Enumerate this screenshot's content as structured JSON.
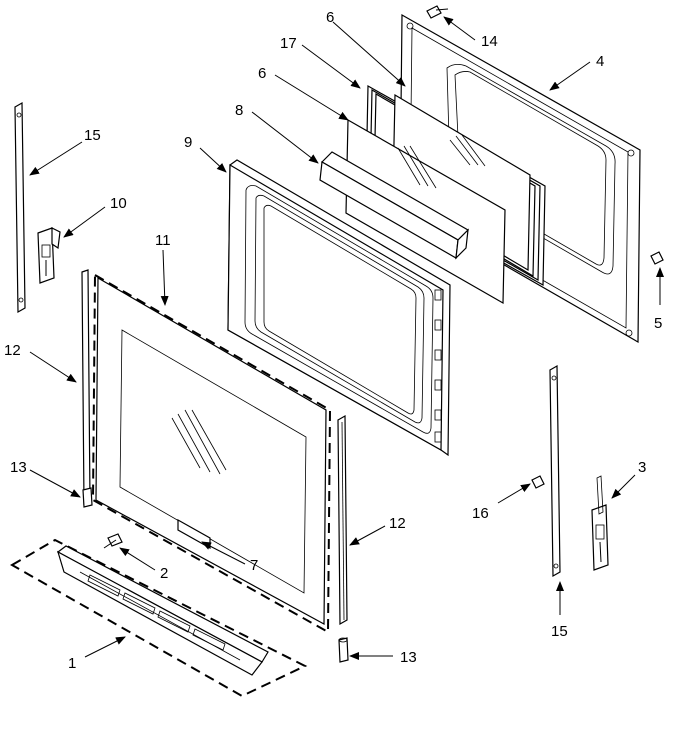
{
  "callouts": [
    {
      "id": "c1",
      "label": "1"
    },
    {
      "id": "c2",
      "label": "2"
    },
    {
      "id": "c3",
      "label": "3"
    },
    {
      "id": "c4",
      "label": "4"
    },
    {
      "id": "c5",
      "label": "5"
    },
    {
      "id": "c6a",
      "label": "6"
    },
    {
      "id": "c6b",
      "label": "6"
    },
    {
      "id": "c7",
      "label": "7"
    },
    {
      "id": "c8",
      "label": "8"
    },
    {
      "id": "c9",
      "label": "9"
    },
    {
      "id": "c10",
      "label": "10"
    },
    {
      "id": "c11",
      "label": "11"
    },
    {
      "id": "c12a",
      "label": "12"
    },
    {
      "id": "c12b",
      "label": "12"
    },
    {
      "id": "c13a",
      "label": "13"
    },
    {
      "id": "c13b",
      "label": "13"
    },
    {
      "id": "c14",
      "label": "14"
    },
    {
      "id": "c15a",
      "label": "15"
    },
    {
      "id": "c15b",
      "label": "15"
    },
    {
      "id": "c16",
      "label": "16"
    },
    {
      "id": "c17",
      "label": "17"
    }
  ]
}
